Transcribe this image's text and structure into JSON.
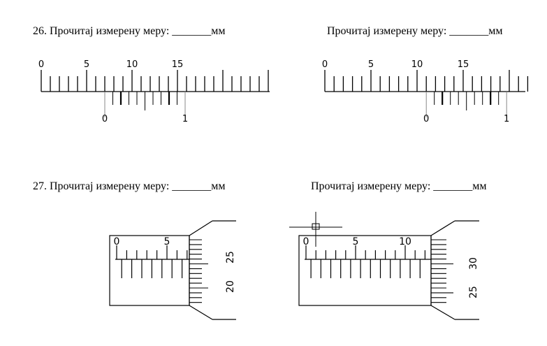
{
  "questions": {
    "q26": {
      "number": "26.",
      "prompt": "Прочитај измерену меру:",
      "blank": "_______",
      "unit": "мм"
    },
    "q26b": {
      "prompt": "Прочитај измерену меру:",
      "blank": "_______",
      "unit": "мм"
    },
    "q27": {
      "number": "27.",
      "prompt": "Прочитај измерену меру:",
      "blank": "_______",
      "unit": "мм"
    },
    "q27b": {
      "prompt": "Прочитај измерену меру:",
      "blank": "_______",
      "unit": "мм"
    }
  },
  "caliper1": {
    "main_labels": [
      "0",
      "5",
      "10",
      "15"
    ],
    "vernier_labels": [
      "0",
      "1"
    ],
    "vernier_zero_mm": 7.0
  },
  "caliper2": {
    "main_labels": [
      "0",
      "5",
      "10",
      "15"
    ],
    "vernier_labels": [
      "0",
      "1"
    ],
    "vernier_zero_mm": 11.0
  },
  "micrometer1": {
    "sleeve_labels": [
      "0",
      "5"
    ],
    "thimble_labels": [
      "25",
      "20"
    ]
  },
  "micrometer2": {
    "sleeve_labels": [
      "0",
      "5",
      "10"
    ],
    "thimble_labels": [
      "30",
      "25"
    ]
  },
  "colors": {
    "ink": "#000000",
    "gray": "#888888",
    "background": "#ffffff"
  }
}
